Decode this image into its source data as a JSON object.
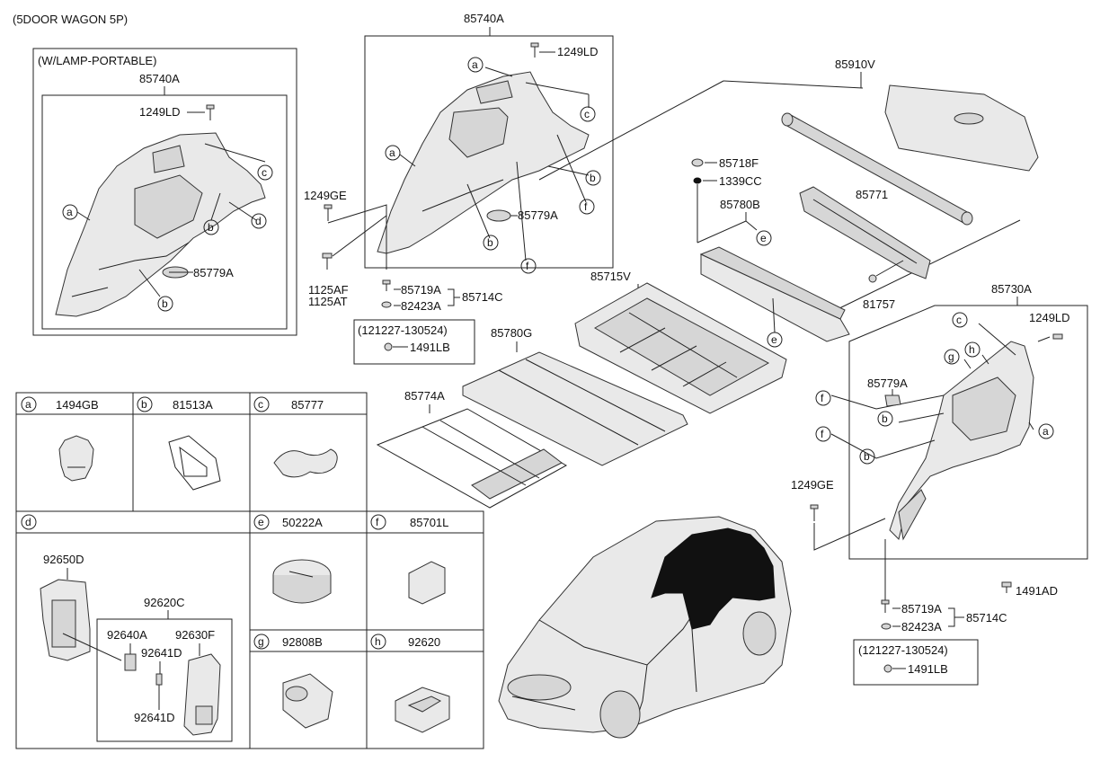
{
  "header": {
    "model": "(5DOOR WAGON 5P)"
  },
  "lamp_box": {
    "title": "(W/LAMP-PORTABLE)",
    "assembly": "85740A"
  },
  "labels": {
    "p85740A_left": "85740A",
    "p1249LD_left": "1249LD",
    "p85779A_left": "85779A",
    "p85740A_mid": "85740A",
    "p1249LD_mid": "1249LD",
    "p85779A_mid": "85779A",
    "p1249GE_mid": "1249GE",
    "p1125AF": "1125AF",
    "p1125AT": "1125AT",
    "p85719A_mid": "85719A",
    "p82423A_mid": "82423A",
    "p85714C_mid": "85714C",
    "date_mid": "(121227-130524)",
    "p1491LB_mid": "1491LB",
    "p85910V": "85910V",
    "p85718F": "85718F",
    "p1339CC": "1339CC",
    "p85780B": "85780B",
    "p85771": "85771",
    "p81757": "81757",
    "p85715V": "85715V",
    "p85780G": "85780G",
    "p85774A": "85774A",
    "p85730A": "85730A",
    "p1249LD_right": "1249LD",
    "p85779A_right": "85779A",
    "p1249GE_right": "1249GE",
    "p1491AD": "1491AD",
    "p85719A_right": "85719A",
    "p82423A_right": "82423A",
    "p85714C_right": "85714C",
    "date_right": "(121227-130524)",
    "p1491LB_right": "1491LB"
  },
  "letters": {
    "a": "a",
    "b": "b",
    "c": "c",
    "d": "d",
    "e": "e",
    "f": "f",
    "g": "g",
    "h": "h"
  },
  "legend": {
    "a": "1494GB",
    "b": "81513A",
    "c": "85777",
    "d": "",
    "e": "50222A",
    "f": "85701L",
    "g": "92808B",
    "h": "92620"
  },
  "d_box": {
    "p92650D": "92650D",
    "p92620C": "92620C",
    "p92640A": "92640A",
    "p92630F": "92630F",
    "p92641D_a": "92641D",
    "p92641D_b": "92641D"
  }
}
